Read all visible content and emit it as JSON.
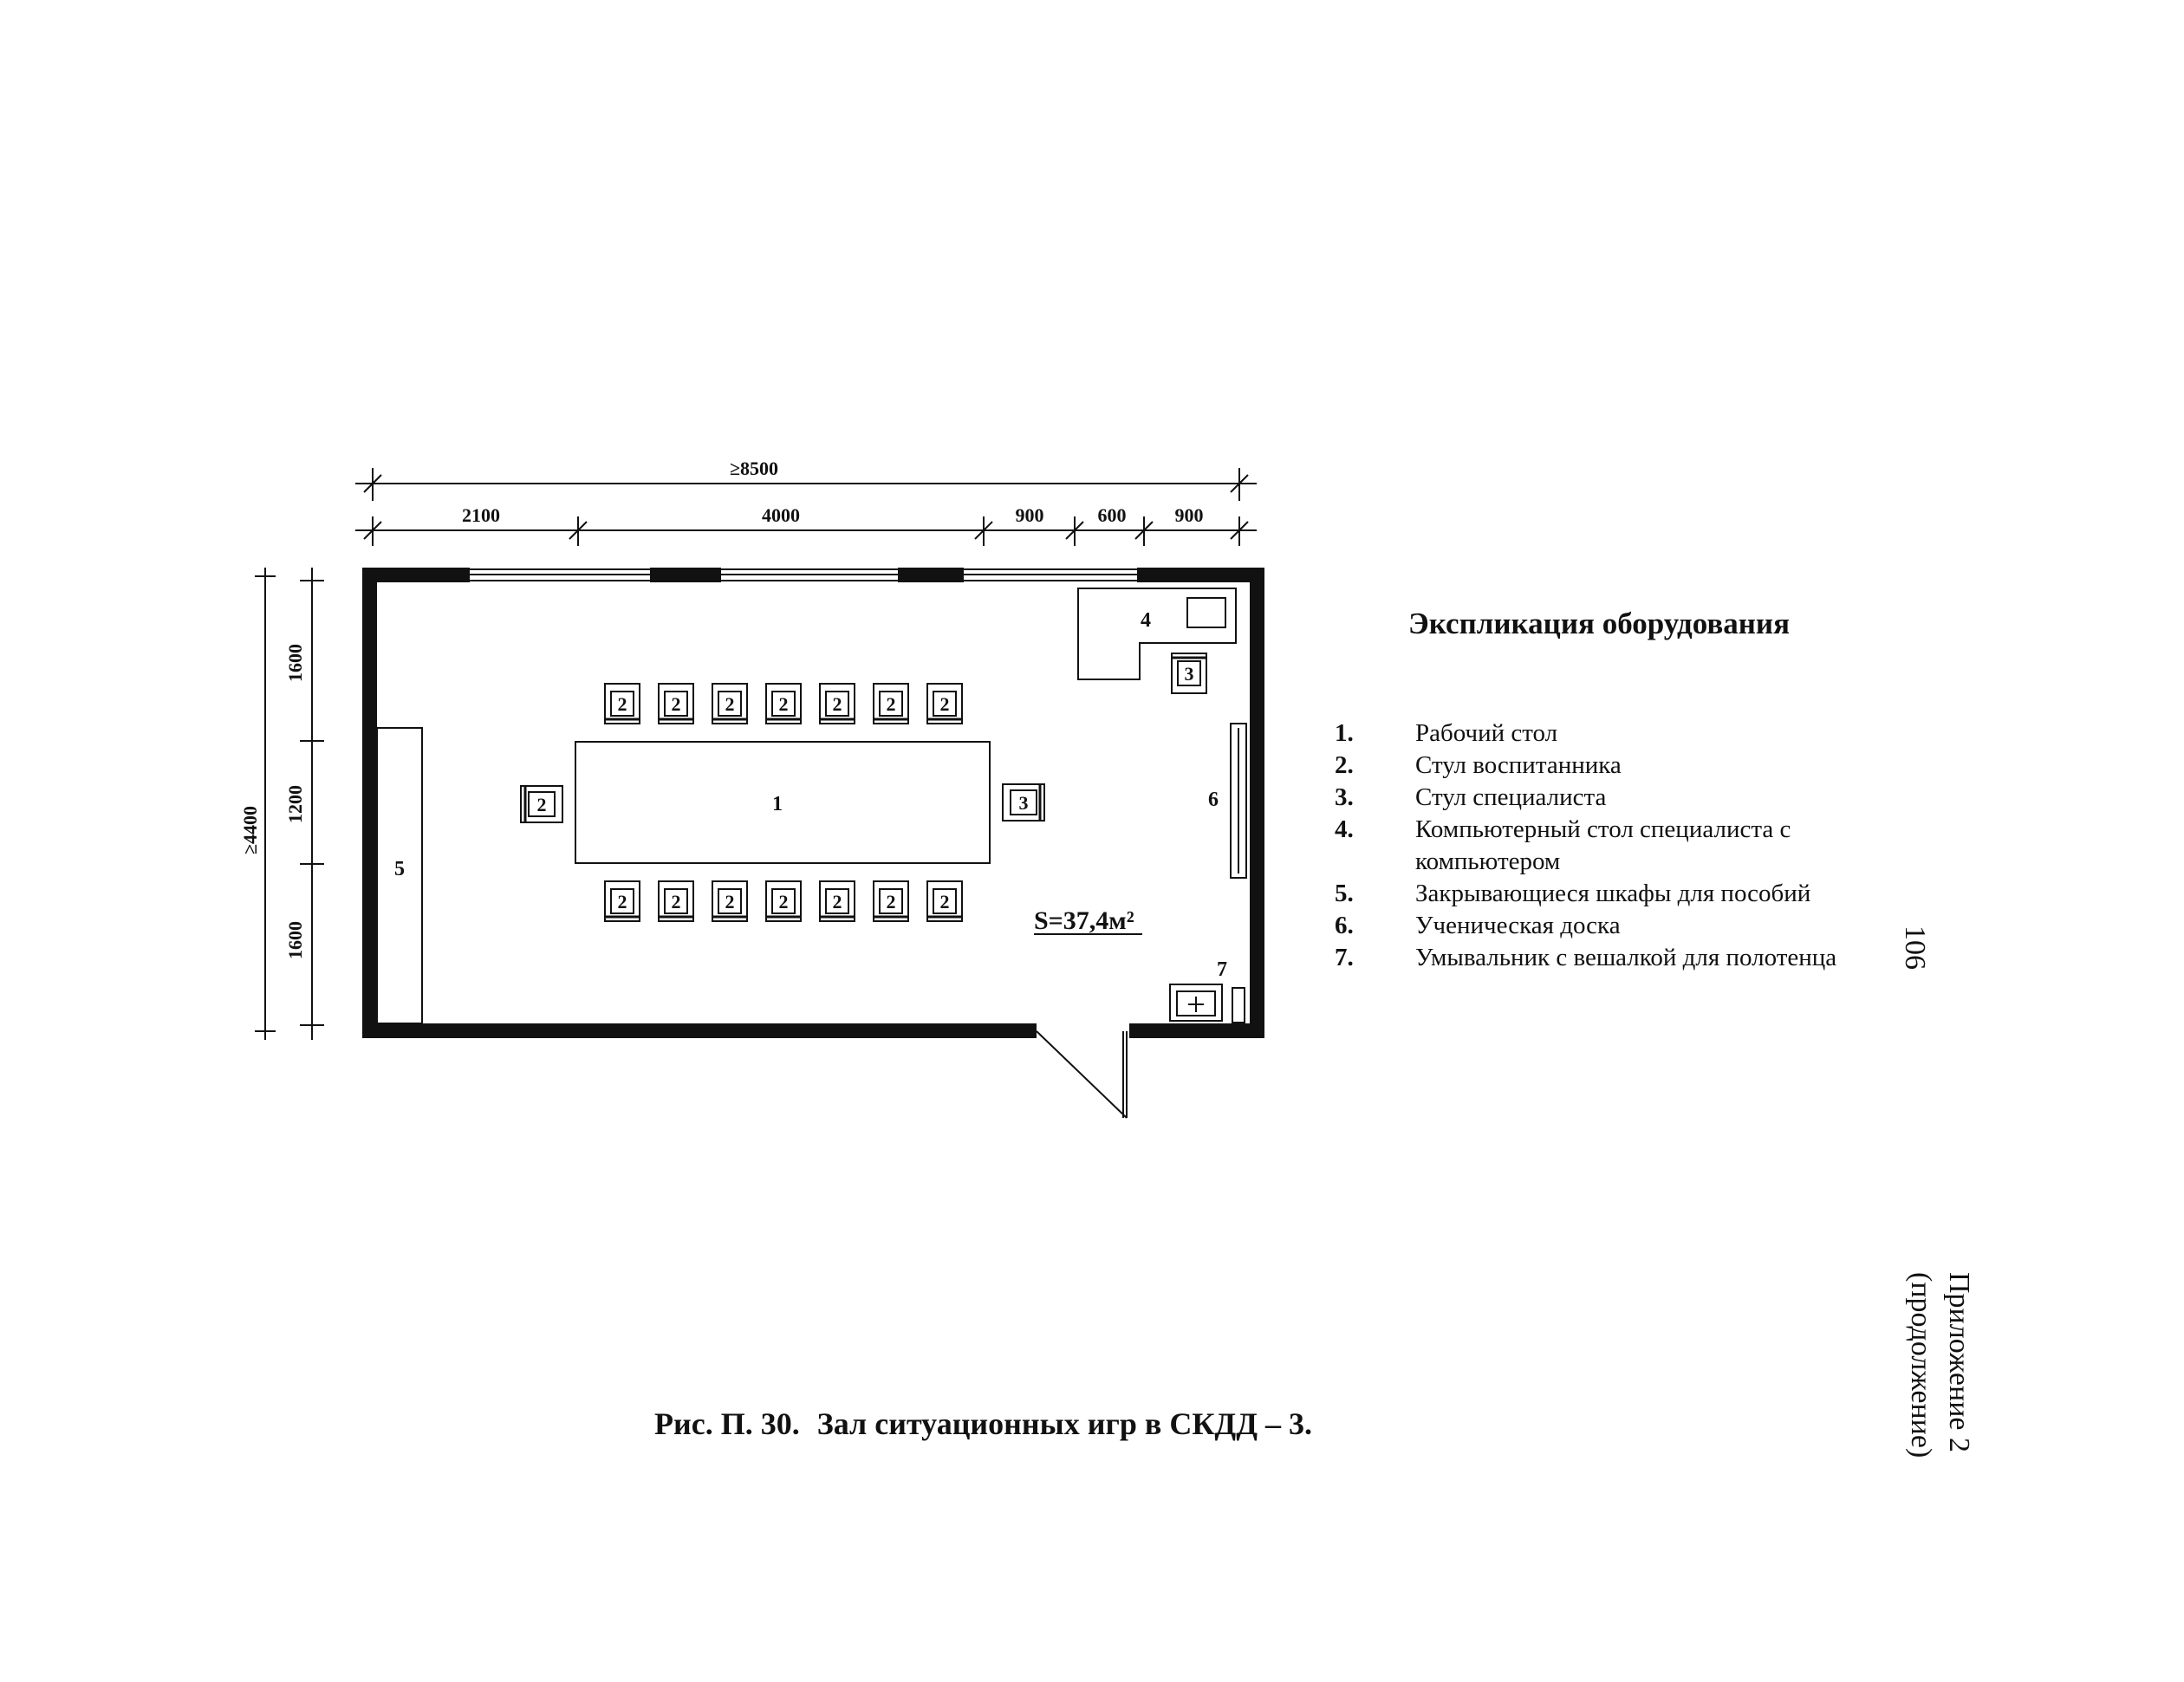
{
  "dimensions": {
    "total_width": "≥8500",
    "total_depth": "≥4400",
    "top_segments": [
      "2100",
      "4000",
      "900",
      "600",
      "900"
    ],
    "left_segments": [
      "1600",
      "1200",
      "1600"
    ]
  },
  "plan": {
    "labels": {
      "table": "1",
      "chair_pupil": "2",
      "chair_specialist": "3",
      "computer_desk": "4",
      "cabinets": "5",
      "board": "6",
      "sink": "7"
    },
    "area": "S=37,4м²"
  },
  "legend": {
    "title": "Экспликация оборудования",
    "items": [
      {
        "num": "1.",
        "text": "Рабочий стол"
      },
      {
        "num": "2.",
        "text": "Стул воспитанника"
      },
      {
        "num": "3.",
        "text": "Стул специалиста"
      },
      {
        "num": "4.",
        "text": "Компьютерный стол специалиста с компьютером"
      },
      {
        "num": "5.",
        "text": "Закрывающиеся шкафы для пособий"
      },
      {
        "num": "6.",
        "text": "Ученическая доска"
      },
      {
        "num": "7.",
        "text": "Умывальник с вешалкой для полотенца"
      }
    ]
  },
  "caption": {
    "figure": "Рис. П. 30.",
    "text": "Зал ситуационных игр в СКДД – 3."
  },
  "page": {
    "number": "106",
    "appendix_line1": "Приложение 2",
    "appendix_line2": "(продолжение)"
  }
}
